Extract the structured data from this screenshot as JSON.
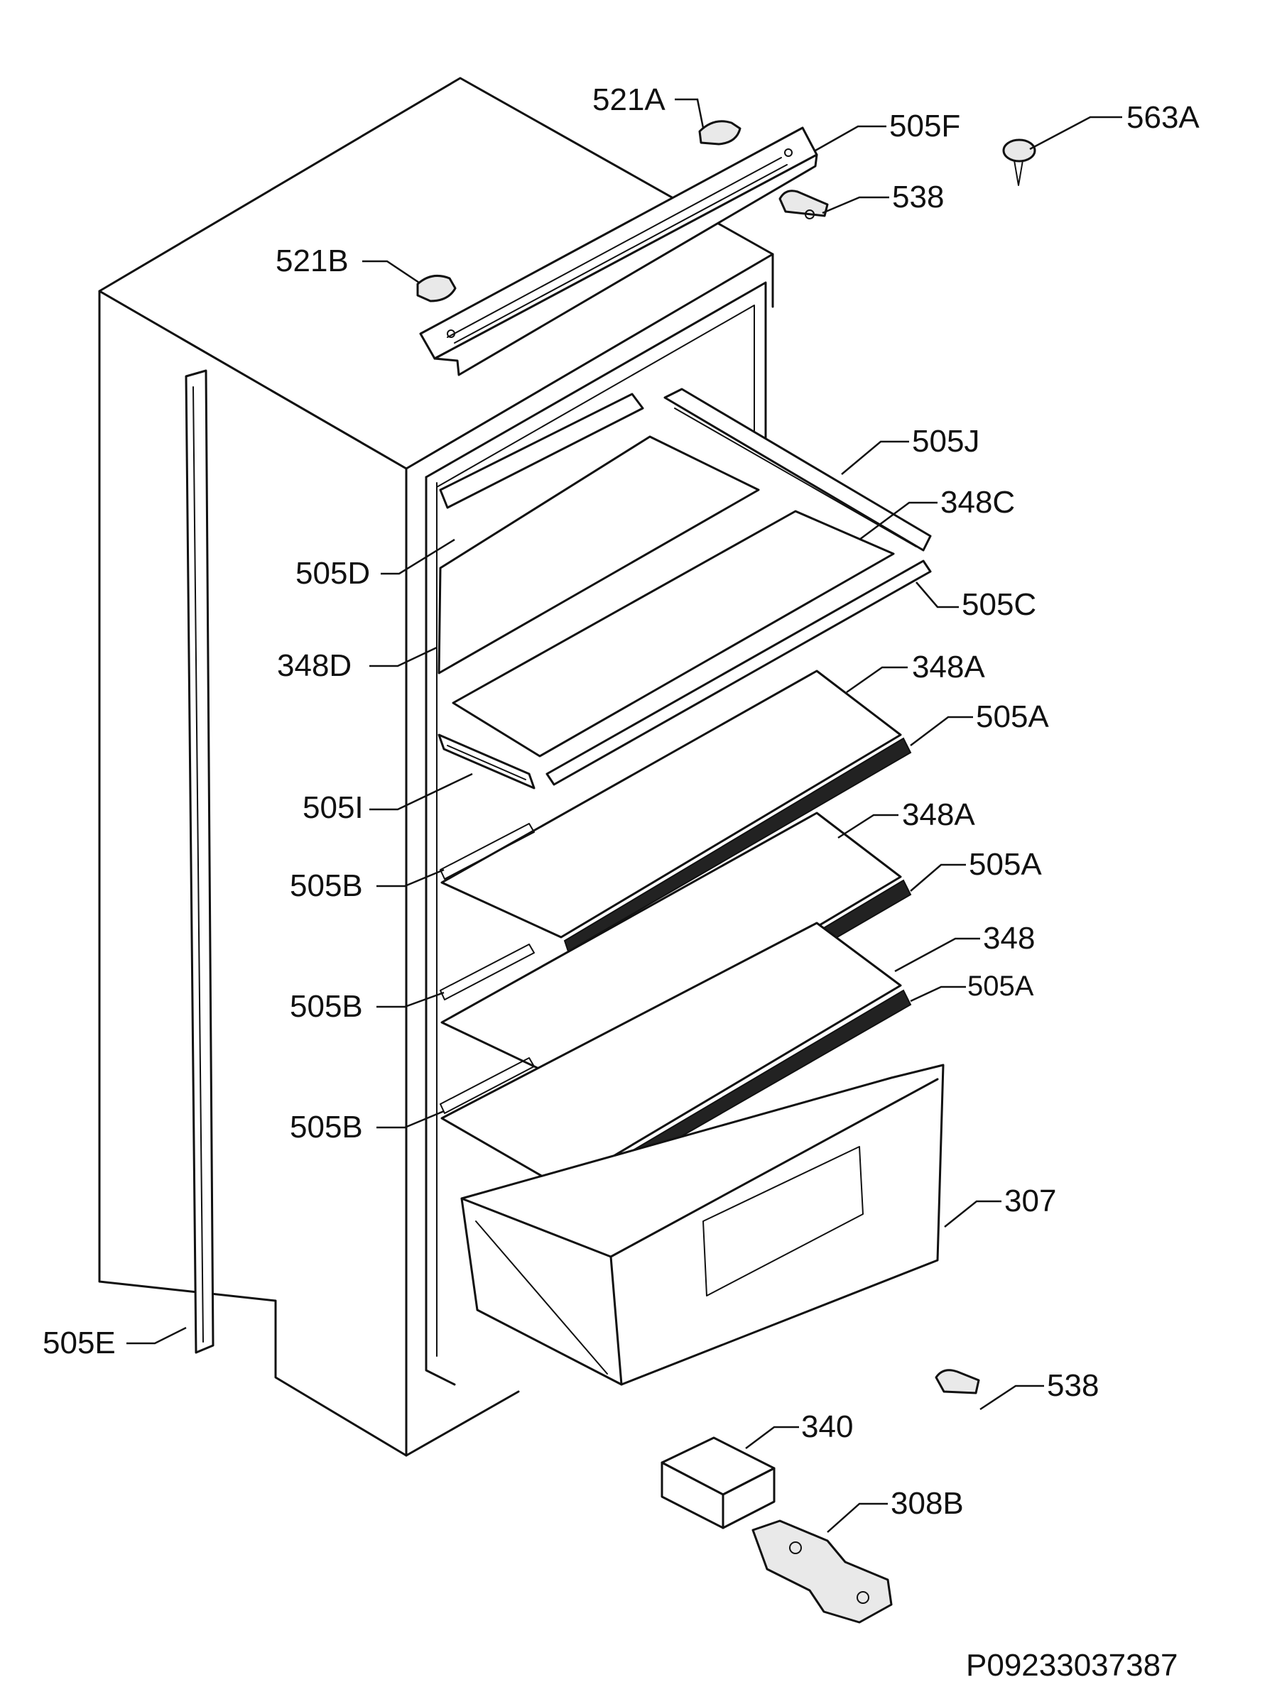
{
  "labels": {
    "l521a": "521A",
    "l505f": "505F",
    "l563a": "563A",
    "l538_top": "538",
    "l521b": "521B",
    "l505j": "505J",
    "l348c": "348C",
    "l505d": "505D",
    "l505c": "505C",
    "l348d": "348D",
    "l348a_1": "348A",
    "l505a_1": "505A",
    "l505i": "505I",
    "l348a_2": "348A",
    "l505b_1": "505B",
    "l505a_2": "505A",
    "l348": "348",
    "l505b_2": "505B",
    "l505a_3": "505A",
    "l505b_3": "505B",
    "l307": "307",
    "l505e": "505E",
    "l538_bottom": "538",
    "l340": "340",
    "l308b": "308B"
  },
  "drawing_ref": "P09233037387",
  "colors": {
    "line": "#111111",
    "background": "#ffffff",
    "shade": "#e9e9e9"
  }
}
